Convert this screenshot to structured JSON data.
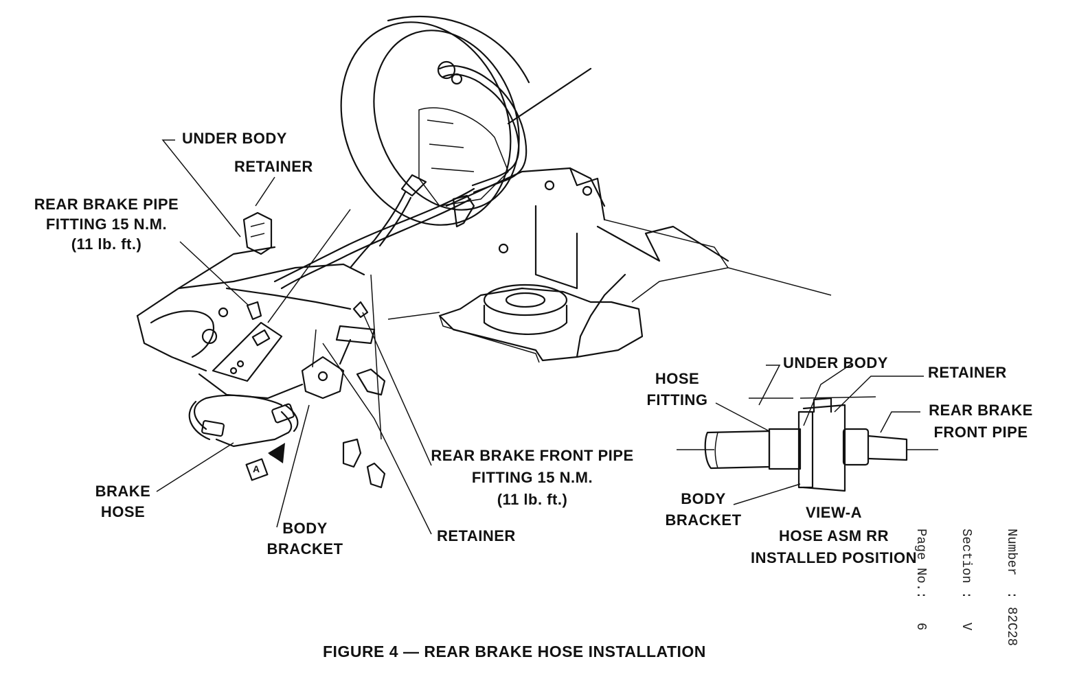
{
  "labels": {
    "under_body": "UNDER BODY",
    "retainer_top": "RETAINER",
    "rear_pipe_fitting_l1": "REAR BRAKE PIPE",
    "rear_pipe_fitting_l2": "FITTING 15 N.M.",
    "rear_pipe_fitting_l3": "(11 lb. ft.)",
    "brake_hose_l1": "BRAKE",
    "brake_hose_l2": "HOSE",
    "body_bracket_l1": "BODY",
    "body_bracket_l2": "BRACKET",
    "retainer_bottom": "RETAINER",
    "front_pipe_fitting_l1": "REAR BRAKE FRONT PIPE",
    "front_pipe_fitting_l2": "FITTING 15 N.M.",
    "front_pipe_fitting_l3": "(11 lb. ft.)",
    "view_marker": "A"
  },
  "view_a": {
    "under_body": "UNDER BODY",
    "retainer": "RETAINER",
    "hose_fitting_l1": "HOSE",
    "hose_fitting_l2": "FITTING",
    "front_pipe_l1": "REAR BRAKE",
    "front_pipe_l2": "FRONT PIPE",
    "body_bracket_l1": "BODY",
    "body_bracket_l2": "BRACKET",
    "title_l1": "VIEW-A",
    "title_l2": "HOSE ASM RR",
    "title_l3": "INSTALLED POSITION"
  },
  "caption": "FIGURE 4 — REAR BRAKE HOSE INSTALLATION",
  "page_info": {
    "number": "Number  : 82C28",
    "section": "Section :   V",
    "page": "Page No.:   6"
  },
  "colors": {
    "ink": "#111111",
    "paper": "#ffffff"
  }
}
